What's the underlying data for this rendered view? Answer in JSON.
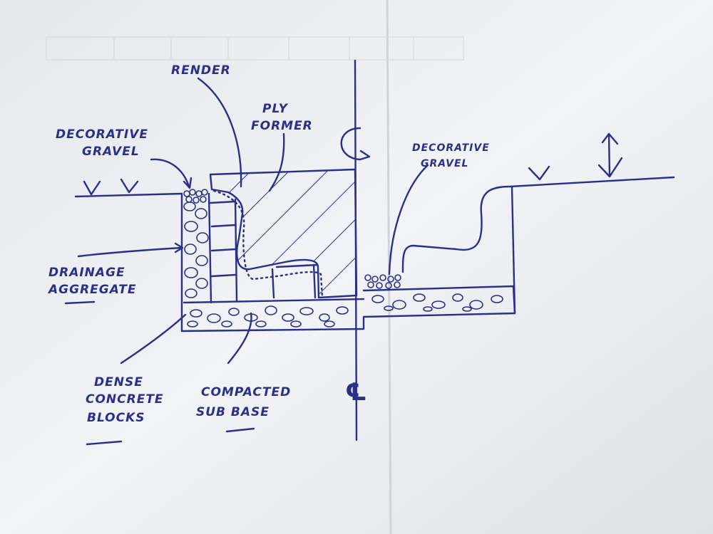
{
  "labels": {
    "render": "RENDER",
    "ply_former_1": "PLY",
    "ply_former_2": "FORMER",
    "deco_gravel_left_1": "DECORATIVE",
    "deco_gravel_left_2": "GRAVEL",
    "deco_gravel_right_1": "DECORATIVE",
    "deco_gravel_right_2": "GRAVEL",
    "drainage_1": "DRAINAGE",
    "drainage_2": "AGGREGATE",
    "blocks_1": "DENSE",
    "blocks_2": "CONCRETE",
    "blocks_3": "BLOCKS",
    "subbase_1": "COMPACTED",
    "subbase_2": "SUB BASE",
    "centerline": "℄"
  },
  "colors": {
    "ink": "#2a2f8a",
    "paper": "#eef0f3",
    "paper_shadow": "#d7dbe1",
    "background": "#8d949b"
  }
}
